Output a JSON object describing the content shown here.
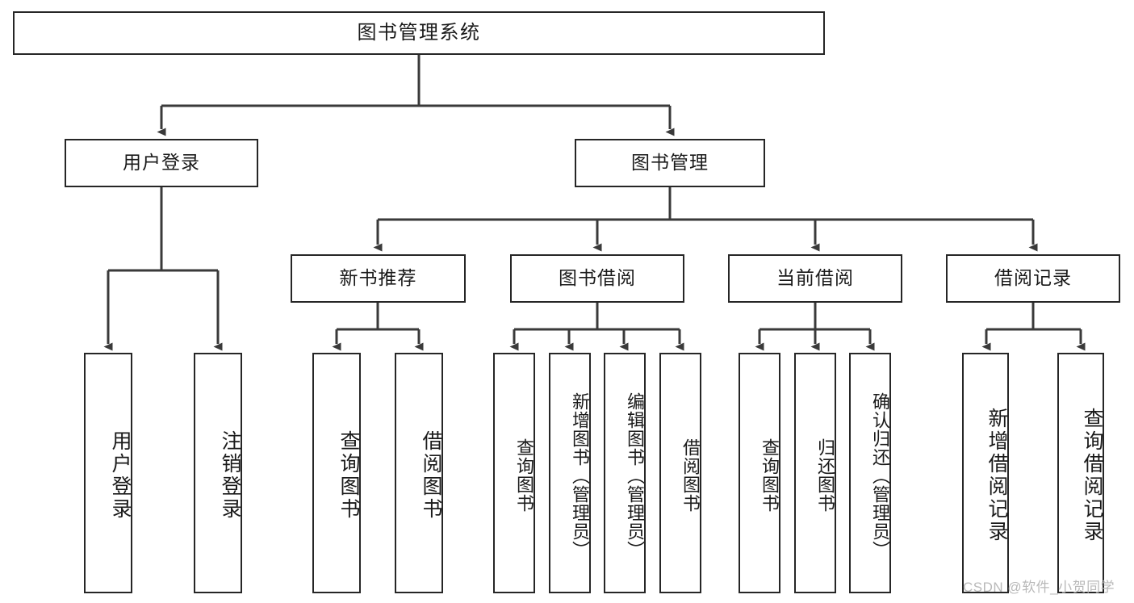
{
  "diagram": {
    "title": "图书管理系统",
    "type": "tree",
    "orientation": "top-down",
    "colors": {
      "box_border": "#262626",
      "box_fill": "#ffffff",
      "text": "#1a1a1a",
      "edge": "#3a3a3a",
      "watermark": "#b9b9b9",
      "background": "#ffffff"
    },
    "root": {
      "label": "图书管理系统"
    },
    "level2": [
      {
        "label": "用户登录"
      },
      {
        "label": "图书管理"
      }
    ],
    "level3": [
      {
        "label": "新书推荐"
      },
      {
        "label": "图书借阅"
      },
      {
        "label": "当前借阅"
      },
      {
        "label": "借阅记录"
      }
    ],
    "leaves": {
      "user_login": [
        {
          "label": "用户登录"
        },
        {
          "label": "注销登录"
        }
      ],
      "new_book": [
        {
          "label": "查询图书"
        },
        {
          "label": "借阅图书"
        }
      ],
      "borrow_book": [
        {
          "label": "查询图书"
        },
        {
          "label": "新增图书（管理员）"
        },
        {
          "label": "编辑图书（管理员）"
        },
        {
          "label": "借阅图书"
        }
      ],
      "current_borrow": [
        {
          "label": "查询图书"
        },
        {
          "label": "归还图书"
        },
        {
          "label": "确认归还（管理员）"
        }
      ],
      "borrow_record": [
        {
          "label": "新增借阅记录"
        },
        {
          "label": "查询借阅记录"
        }
      ]
    }
  },
  "watermark": {
    "text": "CSDN @软件_小贺同学"
  }
}
